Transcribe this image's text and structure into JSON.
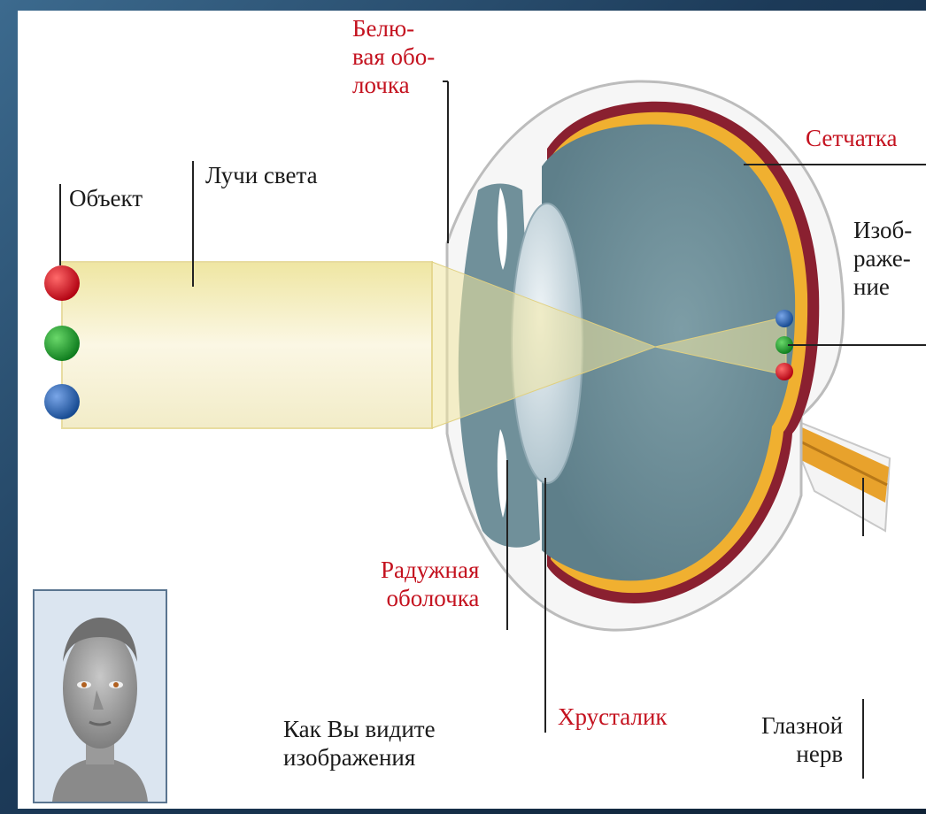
{
  "labels": {
    "object": "Объект",
    "light_rays": "Лучи света",
    "sclera": [
      "Белю-",
      "вая обо-",
      "лочка"
    ],
    "retina": "Сетчатка",
    "image": [
      "Изоб-",
      "раже-",
      "ние"
    ],
    "iris": [
      "Радужная",
      "оболочка"
    ],
    "lens": "Хрусталик",
    "optic_nerve": [
      "Глазной",
      "нерв"
    ],
    "how_you_see": [
      "Как Вы видите",
      "изображения"
    ]
  },
  "colors": {
    "label_red": "#c4121f",
    "object_red": "#d0101a",
    "object_green": "#1a9a2a",
    "object_blue": "#1e5aa8",
    "retina_yellow": "#f0b030",
    "choroid": "#8a2030",
    "vitreous": "#6c8e98"
  }
}
